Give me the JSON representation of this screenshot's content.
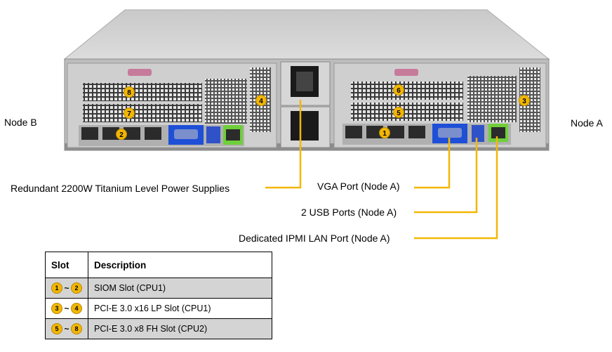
{
  "nodes": {
    "left": "Node B",
    "right": "Node A"
  },
  "callouts": {
    "psu": "Redundant  2200W Titanium  Level Power Supplies",
    "vga": "VGA Port (Node A)",
    "usb": "2 USB Ports (Node A)",
    "ipmi": "Dedicated IPMI  LAN Port (Node A)"
  },
  "slot_badges": [
    "8",
    "7",
    "2",
    "4",
    "6",
    "5",
    "1",
    "3"
  ],
  "table": {
    "headers": [
      "Slot",
      "Description"
    ],
    "rows": [
      {
        "from": "1",
        "sep": "~",
        "to": "2",
        "desc": "SIOM Slot (CPU1)"
      },
      {
        "from": "3",
        "sep": "~",
        "to": "4",
        "desc": "PCI-E  3.0 x16  LP Slot (CPU1)"
      },
      {
        "from": "5",
        "sep": "~",
        "to": "8",
        "desc": "PCI-E  3.0 x8  FH Slot (CPU2)"
      }
    ]
  },
  "colors": {
    "callout_line": "#f2b705",
    "badge": "#f2b705",
    "row_shade": "#d4d4d4",
    "vga_blue": "#1e4fd6",
    "lan_green": "#6fcf3a"
  }
}
